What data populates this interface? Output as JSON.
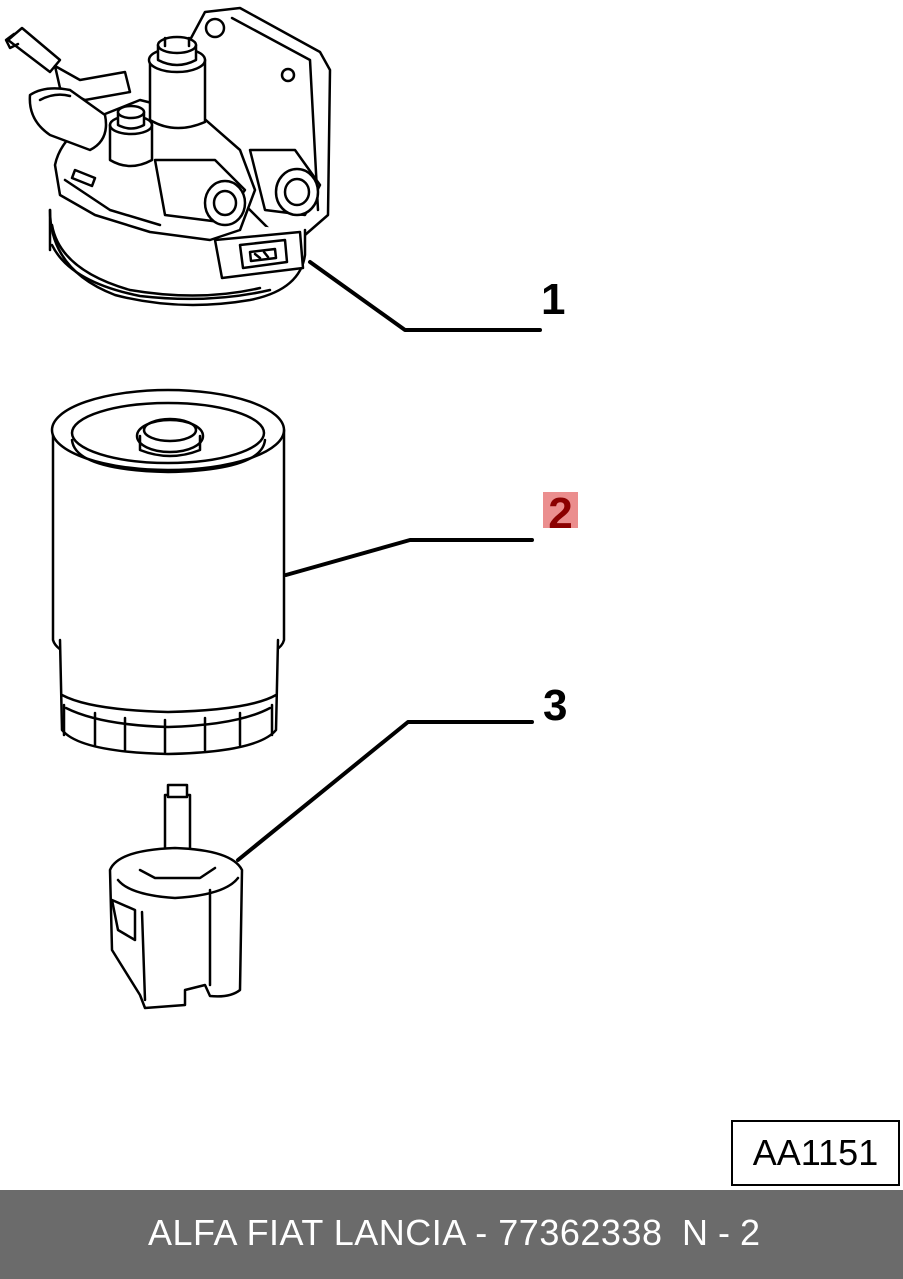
{
  "callouts": {
    "part_1": "1",
    "part_2": "2",
    "part_3": "3"
  },
  "highlighted_part": "2",
  "highlight_color": "#e87a7a",
  "reference_code": "AA1151",
  "footer": {
    "text": "ALFA FIAT LANCIA - 77362338",
    "page": "N - 2",
    "background": "#6b6b6b"
  }
}
